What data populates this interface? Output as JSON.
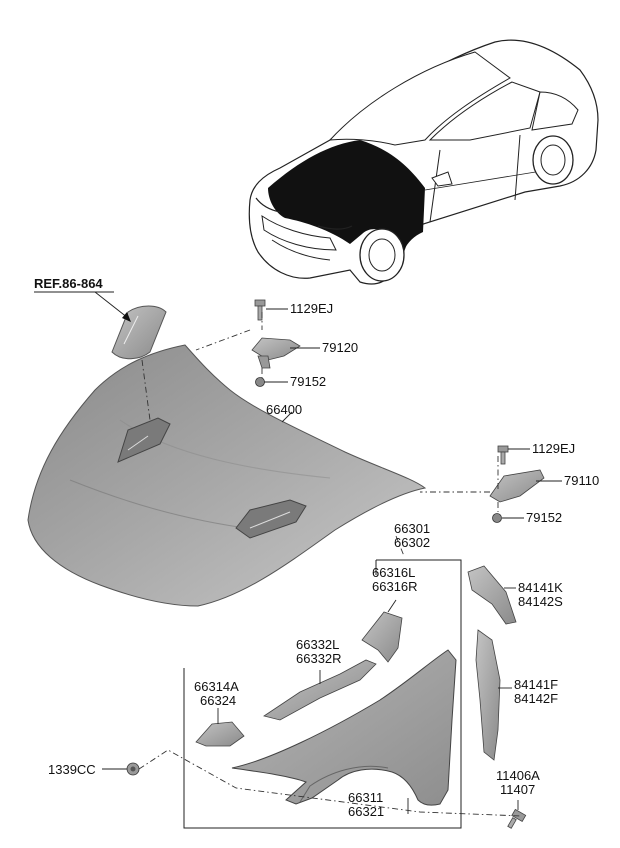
{
  "diagram": {
    "reference_label": "REF.86-864",
    "parts": {
      "bolt_upper_left": "1129EJ",
      "hinge_left": "79120",
      "nut_left": "79152",
      "hood_panel": "66400",
      "bolt_upper_right": "1129EJ",
      "hinge_right": "79110",
      "nut_right": "79152",
      "fender_assy_1": "66301",
      "fender_assy_2": "66302",
      "bracket_1": "66316L",
      "bracket_2": "66316R",
      "trim_1": "84141K",
      "trim_2": "84142S",
      "rail_1": "66332L",
      "rail_2": "66332R",
      "seal_1": "84141F",
      "seal_2": "84142F",
      "stay_1": "66314A",
      "stay_2": "66324",
      "nut_bottom": "1339CC",
      "screw_1": "11406A",
      "screw_2": "11407",
      "fender_1": "66311",
      "fender_2": "66321"
    }
  }
}
